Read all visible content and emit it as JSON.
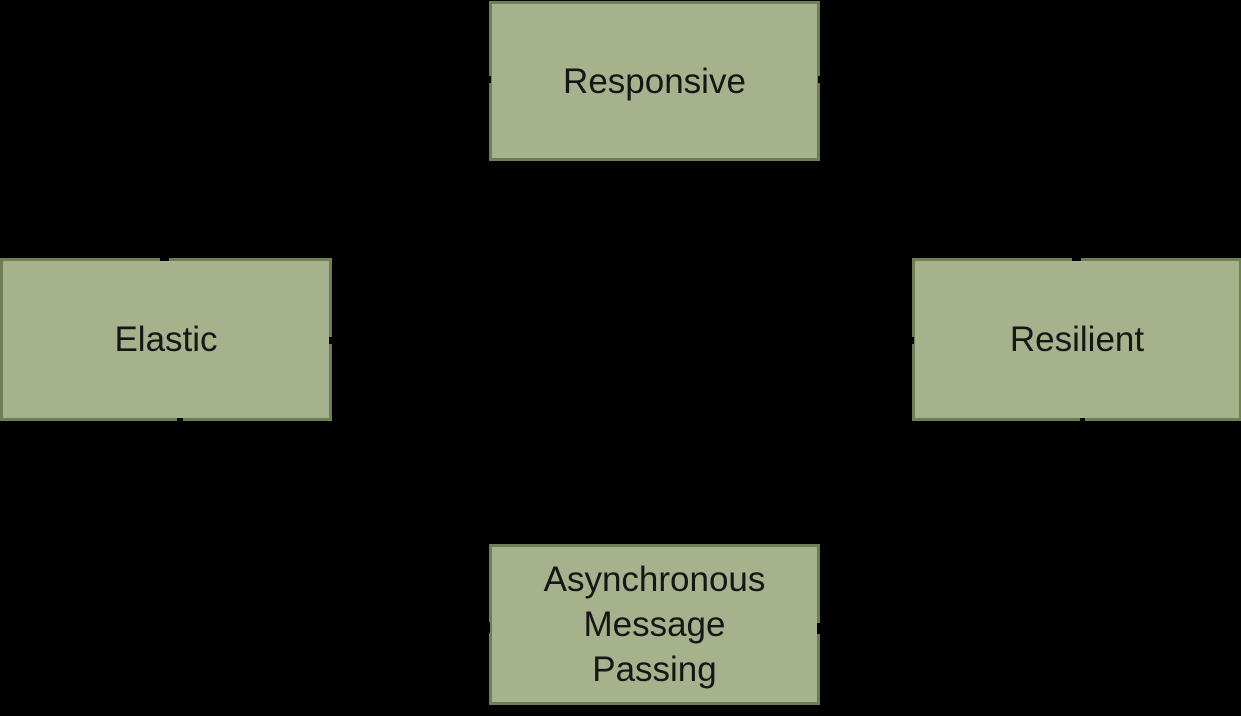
{
  "diagram": {
    "name": "reactive-systems-traits-diagram",
    "colors": {
      "background": "#000000",
      "box_fill": "#a6b28c",
      "box_border": "#6f7e54",
      "text": "#161616"
    },
    "nodes": [
      {
        "id": "responsive",
        "label": "Responsive"
      },
      {
        "id": "elastic",
        "label": "Elastic"
      },
      {
        "id": "resilient",
        "label": "Resilient"
      },
      {
        "id": "asynchronous-message-passing",
        "label": "Asynchronous\nMessage\nPassing"
      }
    ]
  }
}
